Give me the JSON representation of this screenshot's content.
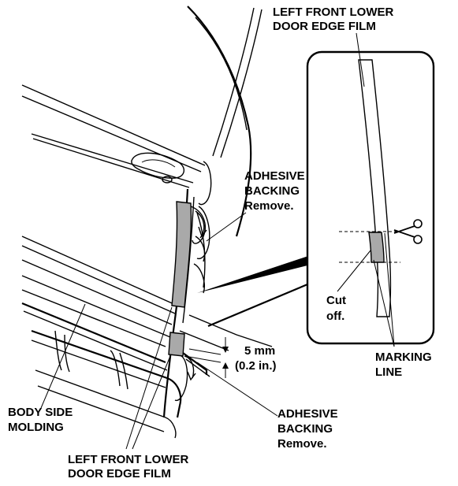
{
  "labels": {
    "top_film_line1": "LEFT FRONT LOWER",
    "top_film_line2": "DOOR EDGE FILM",
    "adhesive_upper_line1": "ADHESIVE",
    "adhesive_upper_line2": "BACKING",
    "adhesive_upper_line3": "Remove.",
    "gap_line1": "5 mm",
    "gap_line2": "(0.2 in.)",
    "cut_line1": "Cut",
    "cut_line2": "off.",
    "marking_line1": "MARKING",
    "marking_line2": "LINE",
    "body_side_line1": "BODY SIDE",
    "body_side_line2": "MOLDING",
    "adhesive_lower_line1": "ADHESIVE",
    "adhesive_lower_line2": "BACKING",
    "adhesive_lower_line3": "Remove.",
    "bottom_film_line1": "LEFT FRONT LOWER",
    "bottom_film_line2": "DOOR EDGE FILM"
  },
  "icons": {
    "scissors": "scissors-icon"
  }
}
